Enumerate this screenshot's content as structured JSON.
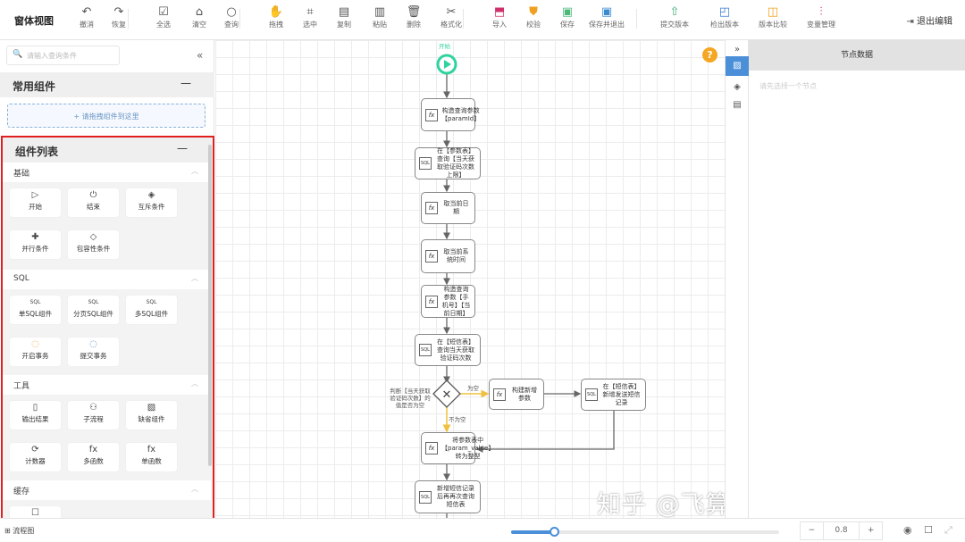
{
  "toolbar": {
    "title": "窗体视图",
    "buttons": [
      {
        "label": "撤消",
        "icon": "undo-icon"
      },
      {
        "label": "恢复",
        "icon": "redo-icon"
      },
      {
        "label": "全选",
        "icon": "checkbox-icon"
      },
      {
        "label": "清空",
        "icon": "broom-icon"
      },
      {
        "label": "查询",
        "icon": "search-icon"
      },
      {
        "label": "拖拽",
        "icon": "hand-icon"
      },
      {
        "label": "选中",
        "icon": "crop-icon"
      },
      {
        "label": "复制",
        "icon": "copy-icon"
      },
      {
        "label": "粘贴",
        "icon": "paste-icon"
      },
      {
        "label": "删除",
        "icon": "trash-icon"
      },
      {
        "label": "格式化",
        "icon": "format-icon"
      },
      {
        "label": "导入",
        "icon": "import-icon"
      },
      {
        "label": "校验",
        "icon": "shield-icon"
      },
      {
        "label": "保存",
        "icon": "save-icon"
      },
      {
        "label": "保存并退出",
        "icon": "save-exit-icon"
      },
      {
        "label": "提交版本",
        "icon": "commit-icon"
      },
      {
        "label": "检出版本",
        "icon": "checkout-icon"
      },
      {
        "label": "版本比较",
        "icon": "compare-icon"
      },
      {
        "label": "变量管理",
        "icon": "variables-icon"
      }
    ],
    "exit_label": "退出编辑"
  },
  "left": {
    "search_placeholder": "请输入查询条件",
    "common_title": "常用组件",
    "drop_hint": "+ 请拖拽组件到这里",
    "list_title": "组件列表",
    "categories": [
      {
        "name": "基础",
        "items": [
          "开始",
          "结束",
          "互斥条件",
          "并行条件",
          "包容性条件"
        ]
      },
      {
        "name": "SQL",
        "items": [
          "单SQL组件",
          "分页SQL组件",
          "多SQL组件",
          "开启事务",
          "提交事务"
        ]
      },
      {
        "name": "工具",
        "items": [
          "输出结果",
          "子流程",
          "缺省组件",
          "计数器",
          "多函数",
          "单函数"
        ]
      },
      {
        "name": "缓存",
        "items": [
          ""
        ]
      }
    ]
  },
  "canvas": {
    "start_label": "开始",
    "nodes": [
      "构造查询参数【paramId】",
      "在【参数表】查询【当天获取验证码次数上限】",
      "取当前日期",
      "取当前系统时间",
      "构造查询参数【手机号】【当前日期】",
      "在【短信表】查询当天获取验证码次数",
      "构建新增参数",
      "在【短信表】新增发送短信记录",
      "将参数表中【param_value】转为整型",
      "新增短信记录后再再次查询短信表"
    ],
    "gateway_label": "判断【当天获取验证码次数】的值是否为空",
    "edge_empty": "为空",
    "edge_not_empty": "不为空",
    "help": "?",
    "watermark": "知乎 @飞算全自动软件工程"
  },
  "right": {
    "title": "节点数据",
    "placeholder": "请先选择一个节点"
  },
  "bottom": {
    "tab": "流程图",
    "zoom_value": "0.8",
    "zoom_slider_fraction": 0.16
  }
}
